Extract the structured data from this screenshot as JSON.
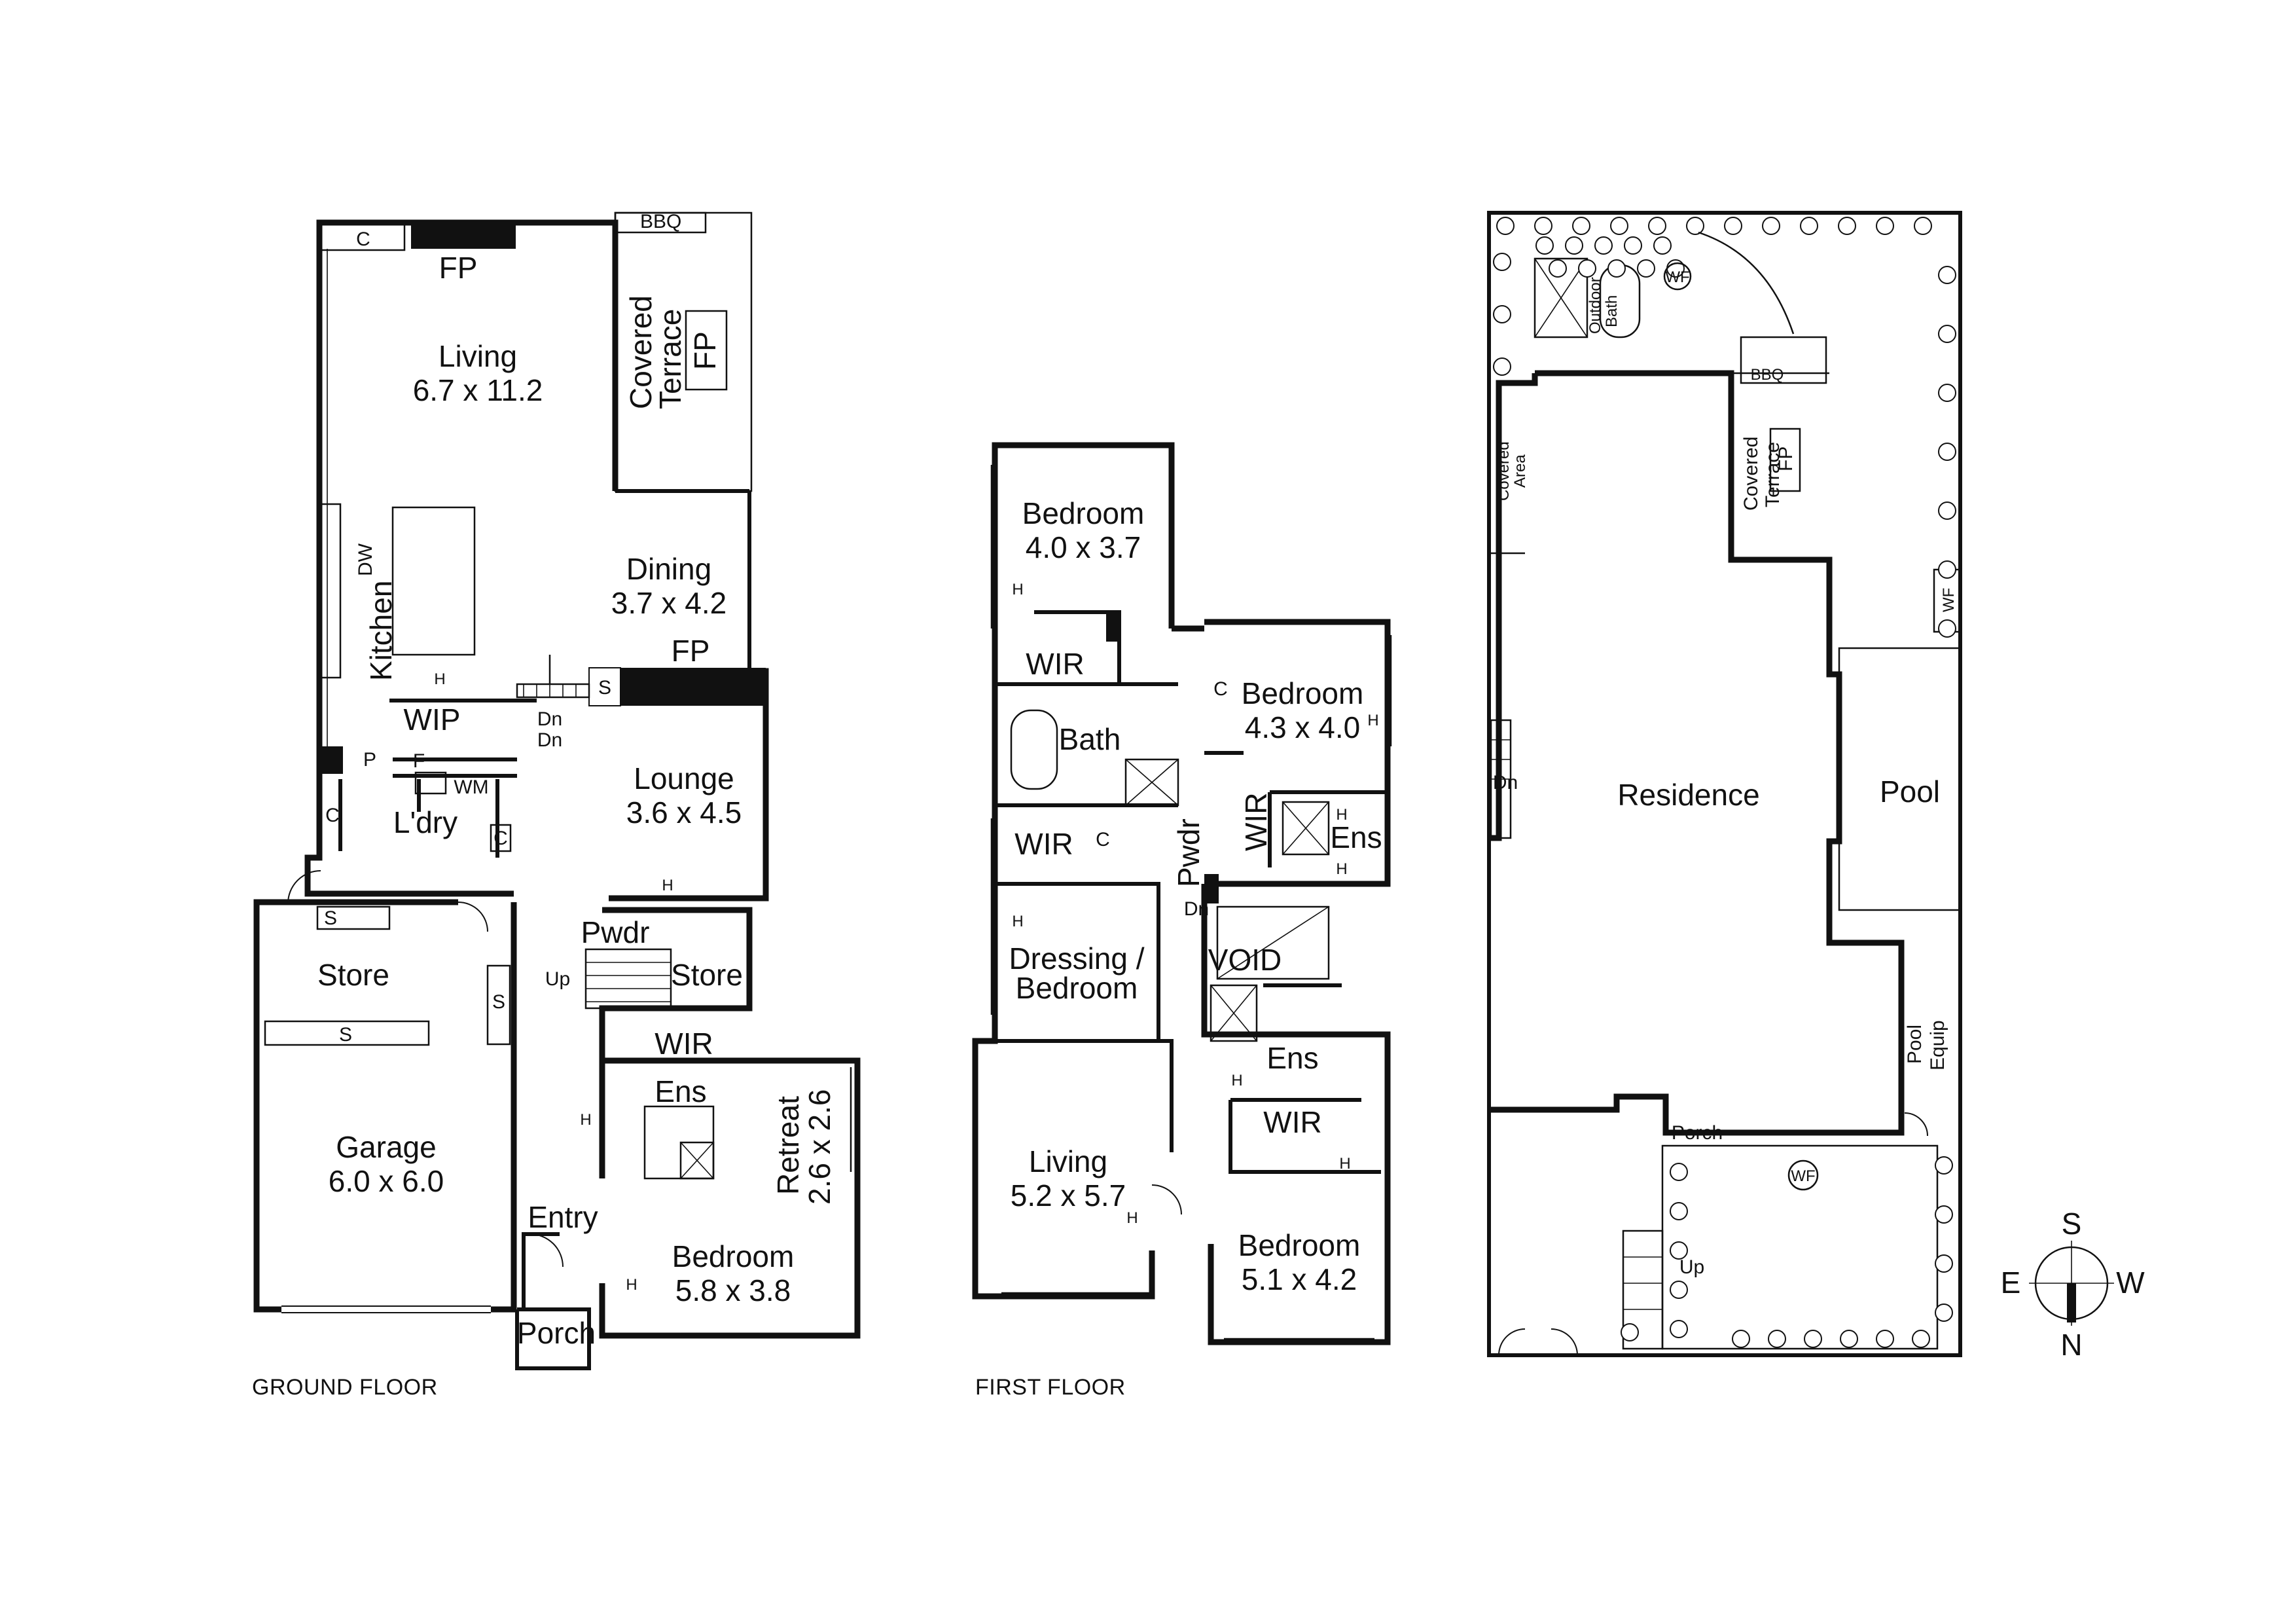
{
  "floors": {
    "ground": {
      "caption": "GROUND FLOOR",
      "rooms": {
        "living": {
          "name": "Living",
          "dim": "6.7 x 11.2"
        },
        "dining": {
          "name": "Dining",
          "dim": "3.7 x 4.2"
        },
        "kitchen": {
          "name": "Kitchen"
        },
        "lounge": {
          "name": "Lounge",
          "dim": "3.6 x 4.5"
        },
        "covered_terrace": {
          "line1": "Covered",
          "line2": "Terrace"
        },
        "laundry": {
          "name": "L'dry"
        },
        "wip": {
          "name": "WIP"
        },
        "powder": {
          "name": "Pwdr"
        },
        "store_hall": {
          "name": "Store"
        },
        "store_garage": {
          "name": "Store"
        },
        "garage": {
          "name": "Garage",
          "dim": "6.0 x 6.0"
        },
        "wir": {
          "name": "WIR"
        },
        "ensuite": {
          "name": "Ens"
        },
        "retreat": {
          "name": "Retreat",
          "dim": "2.6 x 2.6"
        },
        "bedroom": {
          "name": "Bedroom",
          "dim": "5.8 x 3.8"
        },
        "entry": {
          "name": "Entry"
        },
        "porch": {
          "name": "Porch"
        }
      },
      "labels": {
        "bbq": "BBQ",
        "fp_living": "FP",
        "fp_terrace": "FP",
        "fp_lounge": "FP",
        "c_living": "C",
        "dw": "DW",
        "p": "P",
        "f": "F",
        "wm": "WM",
        "c_ldry1": "C",
        "c_ldry2": "C",
        "s_lounge": "S",
        "s_garage_top": "S",
        "s_garage_mid": "S",
        "s_garage_side": "S",
        "h_wip": "H",
        "h_pwdr": "H",
        "h_ens": "H",
        "h_bed": "H",
        "dn1": "Dn",
        "dn2": "Dn",
        "up": "Up"
      }
    },
    "first": {
      "caption": "FIRST FLOOR",
      "rooms": {
        "bedroom1": {
          "name": "Bedroom",
          "dim": "4.0 x 3.7"
        },
        "wir1": {
          "name": "WIR"
        },
        "bath": {
          "name": "Bath"
        },
        "bedroom2": {
          "name": "Bedroom",
          "dim": "4.3 x 4.0"
        },
        "wir2": {
          "name": "WIR"
        },
        "ens2": {
          "name": "Ens"
        },
        "wir3": {
          "name": "WIR"
        },
        "pwdr": {
          "name": "Pwdr"
        },
        "dressing": {
          "line1": "Dressing /",
          "line2": "Bedroom"
        },
        "void": {
          "name": "VOID"
        },
        "ens3": {
          "name": "Ens"
        },
        "wir4": {
          "name": "WIR"
        },
        "living": {
          "name": "Living",
          "dim": "5.2 x 5.7"
        },
        "bedroom3": {
          "name": "Bedroom",
          "dim": "5.1 x 4.2"
        }
      },
      "labels": {
        "h1": "H",
        "c_bed2": "C",
        "h_bed2": "H",
        "c_wir3": "C",
        "h_ens2": "H",
        "h_ens2b": "H",
        "dn": "Dn",
        "h_dressing": "H",
        "h_ens3": "H",
        "h_wir4": "H",
        "h_living": "H"
      }
    },
    "site": {
      "rooms": {
        "residence": {
          "name": "Residence"
        },
        "pool": {
          "name": "Pool"
        },
        "pool_equip": {
          "line1": "Pool",
          "line2": "Equip"
        },
        "covered_terrace": {
          "line1": "Covered",
          "line2": "Terrace"
        },
        "covered_area": {
          "line1": "Covered",
          "line2": "Area"
        },
        "outdoor_bath": {
          "line1": "Outdoor",
          "line2": "Bath"
        },
        "porch": {
          "name": "Porch"
        }
      },
      "labels": {
        "bbq": "BBQ",
        "fp": "FP",
        "wf_top": "WF",
        "wf_right": "WF",
        "wf_bottom": "WF",
        "dn": "Dn",
        "up": "Up"
      }
    }
  },
  "compass": {
    "north": "N",
    "south": "S",
    "east": "E",
    "west": "W"
  }
}
